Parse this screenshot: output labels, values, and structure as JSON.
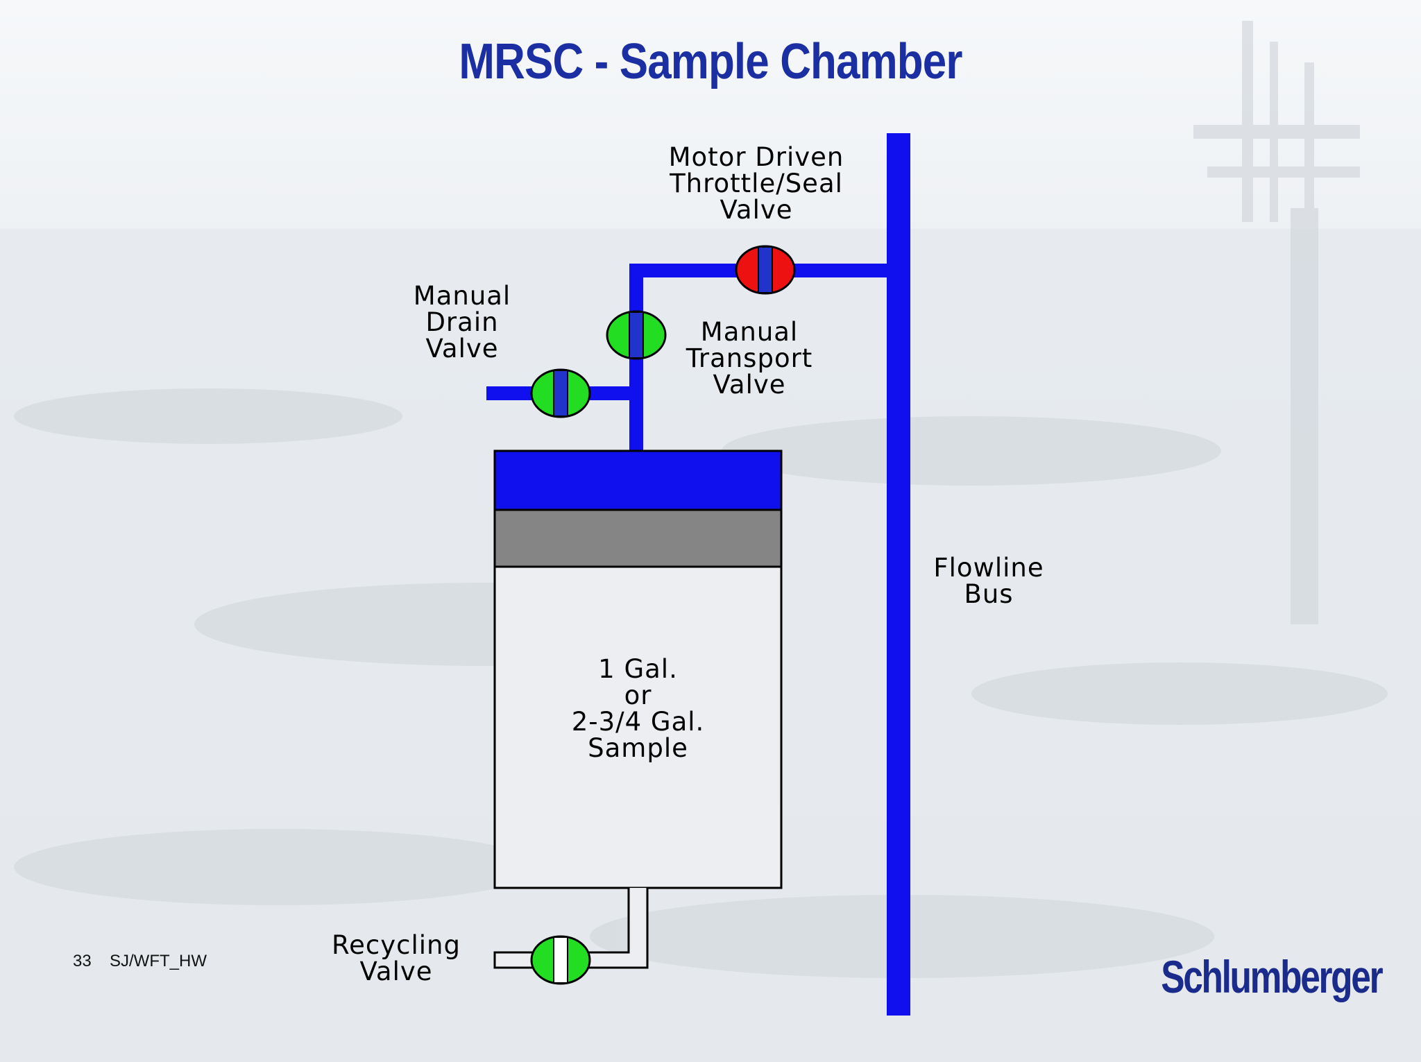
{
  "title": "MRSC - Sample Chamber",
  "labels": {
    "motor_valve": [
      "Motor Driven",
      "Throttle/Seal",
      "Valve"
    ],
    "drain_valve": [
      "Manual",
      "Drain",
      "Valve"
    ],
    "transport_valve": [
      "Manual",
      "Transport",
      "Valve"
    ],
    "chamber": [
      "1 Gal.",
      "or",
      "2-3/4 Gal.",
      "Sample"
    ],
    "flowline": [
      "Flowline",
      "Bus"
    ],
    "recycling_valve": [
      "Recycling",
      "Valve"
    ]
  },
  "footer": {
    "page_number": "33",
    "code": "SJ/WFT_HW"
  },
  "logo_text": "Schlumberger",
  "colors": {
    "title": "#1b2fa3",
    "pipe": "#1010ee",
    "chamber_top": "#1010ee",
    "piston": "#858585",
    "chamber_body": "#eceef1",
    "valve_open": "#22dd22",
    "valve_closed": "#ee1111",
    "valve_stem": "#2233cc",
    "logo": "#1b2b8c"
  }
}
